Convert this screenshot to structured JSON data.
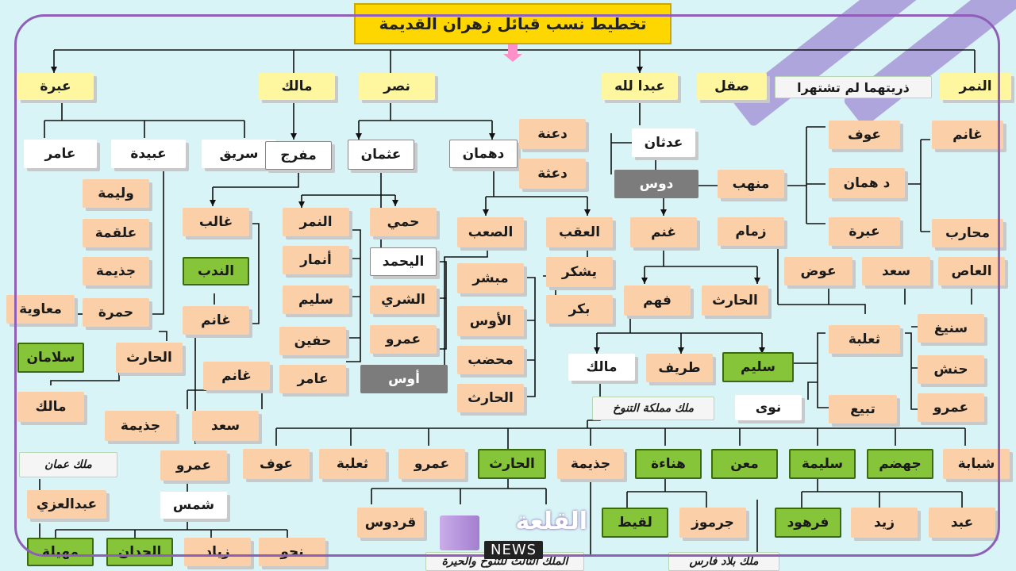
{
  "title": "تخطيط نسب قبائل زهران القديمة",
  "nodes": {
    "n1": "عبرة",
    "n2": "مالك",
    "n3": "نصر",
    "n4": "عبدا لله",
    "n5": "صقل",
    "n6": "ذريتهما لم تشتهرا",
    "n7": "النمر",
    "n8": "عامر",
    "n9": "عبيدة",
    "n10": "سريق",
    "n11": "مفرج",
    "n12": "عثمان",
    "n13": "دهمان",
    "n14": "دعنة",
    "n15": "دعثة",
    "n16": "عدثان",
    "n17": "دوس",
    "n18": "منهب",
    "n19": "عوف",
    "n20": "د همان",
    "n21": "عبرة",
    "n22": "زمام",
    "n23": "غانم",
    "n24": "محارب",
    "n25": "وليمة",
    "n26": "علقمة",
    "n27": "جذيمة",
    "n28": "حمرة",
    "n29": "معاوية",
    "n30": "غالب",
    "n31": "الندب",
    "n32": "غانم",
    "n33": "النمر",
    "n34": "أنمار",
    "n35": "سليم",
    "n36": "حفين",
    "n37": "عامر",
    "n38": "حمي",
    "n39": "اليحمد",
    "n40": "الشري",
    "n41": "عمرو",
    "n42": "أوس",
    "n43": "الصعب",
    "n44": "العقب",
    "n45": "مبشر",
    "n46": "يشكر",
    "n47": "بكر",
    "n48": "الأوس",
    "n49": "محضب",
    "n50": "الحارث",
    "n51": "غنم",
    "n52": "فهم",
    "n53": "الحارث",
    "n54": "عوض",
    "n55": "سعد",
    "n56": "العاص",
    "n57": "ثعلبة",
    "n58": "سنيغ",
    "n59": "حنش",
    "n60": "عمرو",
    "n61": "تبيع",
    "n62": "نوى",
    "n63": "مالك",
    "n64": "طريف",
    "n65": "سليم",
    "n66": "ملك مملكة التنوخ",
    "n67": "سلامان",
    "n68": "الحارث",
    "n69": "مالك",
    "n70": "غانم",
    "n71": "جذيمة",
    "n72": "سعد",
    "n73": "عمرو",
    "n74": "شمس",
    "n75": "ملك عمان",
    "n76": "عبدالعزي",
    "n77": "مهيلة",
    "n78": "الحدان",
    "n79": "زياد",
    "n80": "نحو",
    "n81": "عوف",
    "n82": "ثعلبة",
    "n83": "عمرو",
    "n84": "الحارث",
    "n85": "جذيمة",
    "n86": "هناءة",
    "n87": "معن",
    "n88": "سليمة",
    "n89": "جهضم",
    "n90": "شبابة",
    "n91": "قردوس",
    "n92": "لقيط",
    "n93": "جرموز",
    "n94": "فرهود",
    "n95": "زيد",
    "n96": "عبد",
    "n97": "الملك الثالث للتنوخ والحيرة",
    "n98": "ملك بلاد فارس"
  },
  "logo": {
    "arabic": "القلعة",
    "latin": "NEWS"
  },
  "colors": {
    "box_peach": "#fbd0a8",
    "box_yellow": "#fff7a0",
    "box_green": "#86c43a",
    "box_dark": "#7c7c7c",
    "title_gold": "#ffd700",
    "frame_purple": "#8f5fb8",
    "background": "#d8f4f6"
  }
}
